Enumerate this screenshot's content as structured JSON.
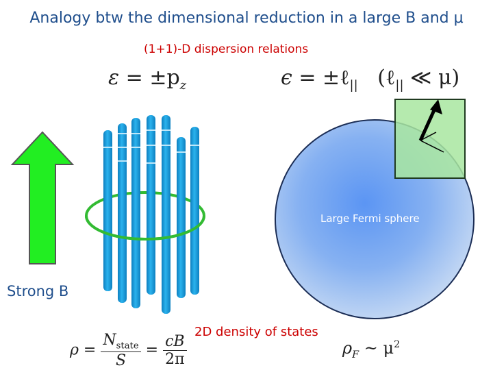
{
  "slide": {
    "title": "Analogy btw the dimensional reduction in  a large B and μ",
    "subtitle": "(1+1)-D dispersion relations",
    "dos_label": "2D density of states",
    "strong_b_label": "Strong B",
    "fermi_label": "Large Fermi sphere"
  },
  "equations": {
    "eq1": {
      "lhs": "ε",
      "rhs": "= ±p",
      "sub": "z"
    },
    "eq2": {
      "lhs": "ϵ",
      "rhs": "= ±ℓ",
      "sub": "||",
      "cond_open": "(ℓ",
      "cond_sub": "||",
      "cond_rest": " ≪ μ)"
    },
    "eq3": {
      "lhs": "ρ =",
      "num1": "N",
      "num1_sub": "state",
      "den1": "S",
      "eq": "=",
      "num2": "cB",
      "den2": "2π"
    },
    "eq4": {
      "lhs": "ρ",
      "lhs_sub": "F",
      "rhs": " ~ μ",
      "sup": "2"
    }
  },
  "colors": {
    "title": "#1f4e8c",
    "accent_red": "#cc0000",
    "arrow_green": "#22ee22",
    "ring_green": "#33bb33",
    "tube_blue": "#1aa0dc",
    "sphere_blue": "#7aaaf5",
    "box_green": "#a8e6a0"
  },
  "icons": {
    "b_arrow": "up-arrow-icon",
    "flux_tubes": "flux-tube-bundle",
    "fermi_sphere": "sphere-shape"
  }
}
